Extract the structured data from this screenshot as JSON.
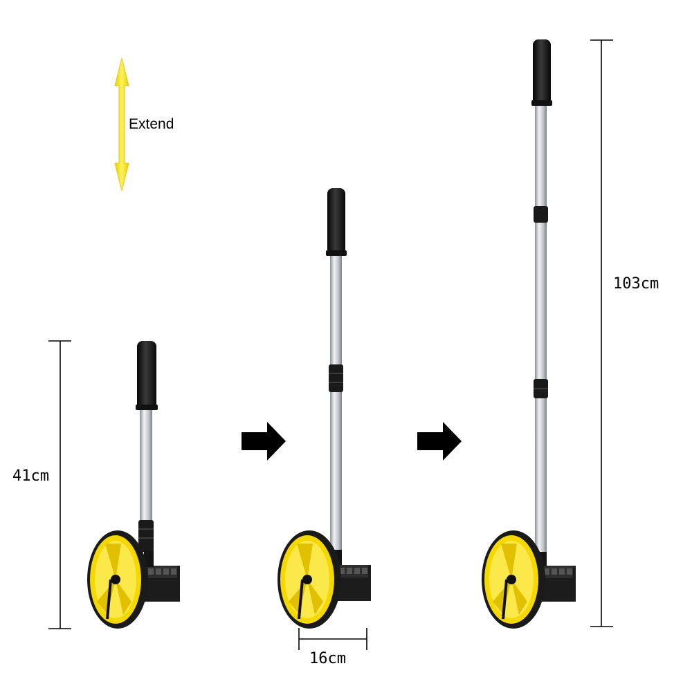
{
  "labels": {
    "extend": "Extend",
    "collapsed_height": "41cm",
    "wheel_width": "16cm",
    "extended_height": "103cm"
  },
  "colors": {
    "arrow_extend": "#f7e600",
    "wheel_yellow": "#f5d800",
    "tire_black": "#1a1a1a",
    "pole_silver": "#c9ccd0",
    "handle_black": "#151515",
    "step_arrow": "#000000"
  },
  "icons": {
    "extend_arrow": "double-arrow-vertical-icon",
    "step_arrow": "arrow-right-icon"
  }
}
